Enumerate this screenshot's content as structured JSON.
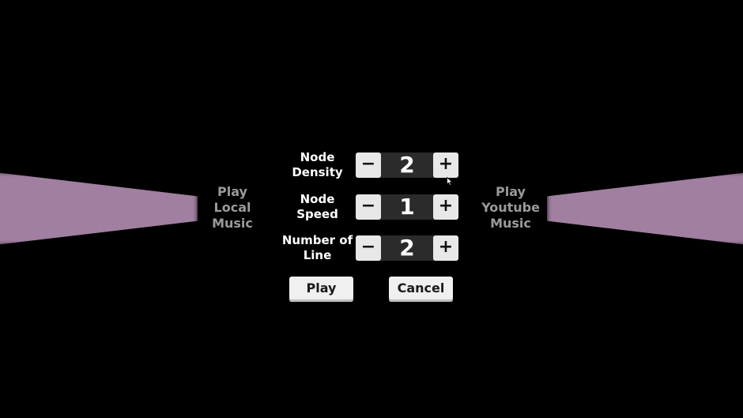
{
  "side_options": {
    "left": [
      "Play",
      "Local",
      "Music"
    ],
    "right": [
      "Play",
      "Youtube",
      "Music"
    ]
  },
  "settings": [
    {
      "label": [
        "Node",
        "Density"
      ],
      "value": "2",
      "minus": "−",
      "plus": "+"
    },
    {
      "label": [
        "Node",
        "Speed"
      ],
      "value": "1",
      "minus": "−",
      "plus": "+"
    },
    {
      "label": [
        "Number of",
        "Line"
      ],
      "value": "2",
      "minus": "−",
      "plus": "+"
    }
  ],
  "actions": {
    "play": "Play",
    "cancel": "Cancel"
  },
  "colors": {
    "background": "#000000",
    "beam": "#a07fa0",
    "side_text": "#9a9a9a",
    "button": "#f0f0f0",
    "stepper_track": "#2b2b2b"
  },
  "icons": {
    "cursor": "mouse-pointer-icon"
  }
}
